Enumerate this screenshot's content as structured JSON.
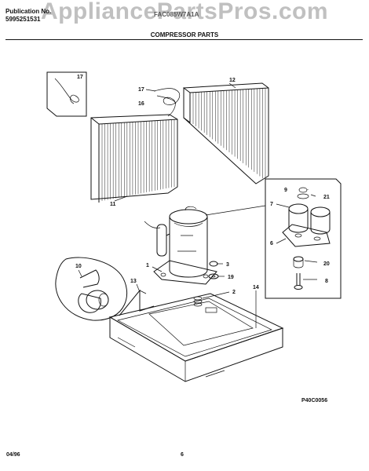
{
  "header": {
    "publication_label": "Publication No.",
    "publication_number": "5995251531",
    "model": "FAC085W7A1A",
    "section_title": "COMPRESSOR PARTS",
    "watermark": "AppliancePartsPros.com"
  },
  "footer": {
    "date": "04/96",
    "page": "6",
    "diagram_code": "P40C0056"
  },
  "callouts": {
    "c17a": "17",
    "c17b": "17",
    "c16": "16",
    "c12": "12",
    "c11": "11",
    "c9": "9",
    "c21": "21",
    "c7": "7",
    "c6": "6",
    "c20": "20",
    "c8": "8",
    "c1": "1",
    "c3": "3",
    "c19": "19",
    "c10": "10",
    "c13": "13",
    "c2": "2",
    "c14": "14"
  }
}
